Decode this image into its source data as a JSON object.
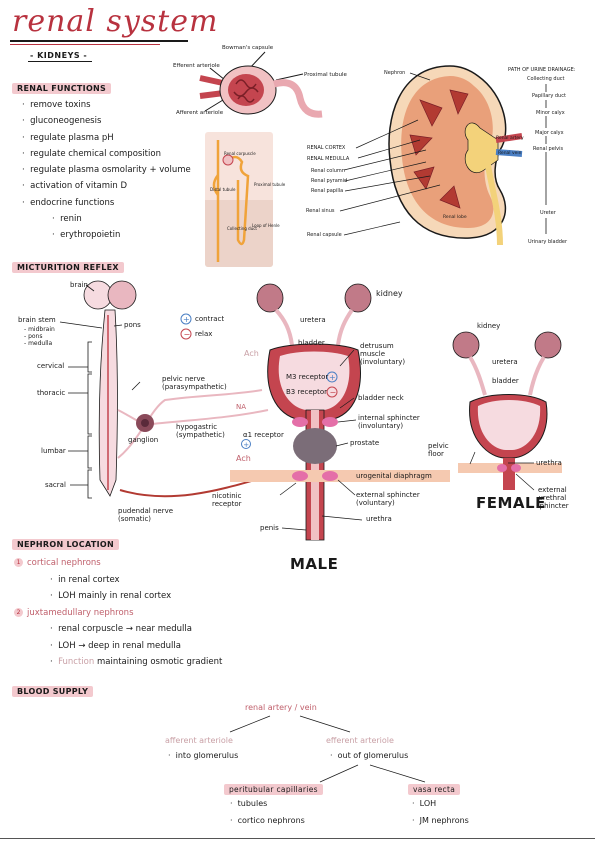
{
  "title": "renal system",
  "subtitle": "- KIDNEYS -",
  "renal_functions": {
    "header": "RENAL FUNCTIONS",
    "items": [
      "remove toxins",
      "gluconeogenesis",
      "regulate plasma pH",
      "regulate chemical composition",
      "regulate plasma osmolarity + volume",
      "activation of vitamin D",
      "endocrine functions"
    ],
    "sub_items": [
      "renin",
      "erythropoietin"
    ]
  },
  "glomerulus": {
    "bowmans": "Bowman's capsule",
    "efferent": "Efferent arteriole",
    "afferent": "Afferent arteriole",
    "proximal": "Proximal tubule"
  },
  "nephron_card": {
    "corpuscle": "Renal corpuscle",
    "distal": "Distal tubule",
    "proximal": "Proximal tubule",
    "collecting": "Collecting duct",
    "loop": "Loop of Henle"
  },
  "kidney": {
    "nephron": "Nephron",
    "cortex": "RENAL CORTEX",
    "medulla": "RENAL MEDULLA",
    "column": "Renal column",
    "pyramid": "Renal pyramid",
    "papilla": "Renal papilla",
    "sinus": "Renal sinus",
    "capsule": "Renal capsule",
    "artery": "Renal artery",
    "vein": "Renal vein",
    "lobe": "Renal lobe"
  },
  "urine_path": {
    "header": "PATH OF URINE DRAINAGE:",
    "steps": [
      "Collecting duct",
      "Papillary duct",
      "Minor calyx",
      "Major calyx",
      "Renal pelvis",
      "Ureter",
      "Urinary bladder"
    ]
  },
  "micturition": {
    "header": "MICTURITION REFLEX",
    "brain": "brain",
    "brainstem": "brain stem",
    "bs_parts": [
      "- midbrain",
      "- pons",
      "- medulla"
    ],
    "pons": "pons",
    "regions": [
      "cervical",
      "thoracic",
      "lumbar",
      "sacral"
    ],
    "contract": "contract",
    "relax": "relax",
    "pelvic": [
      "pelvic nerve",
      "(parasympathetic)"
    ],
    "hypogastric": [
      "hypogastric",
      "(sympathetic)"
    ],
    "ganglion": "ganglion",
    "pudendal": [
      "pudendal nerve",
      "(somatic)"
    ],
    "nicotinic": [
      "nicotinic",
      "receptor"
    ],
    "ach1": "Ach",
    "ach2": "Ach",
    "na": "NA",
    "m3": "M3 receptor",
    "b3": "B3 receptor",
    "alpha1": "α1 receptor",
    "kidney": "kidney",
    "ureters": "uretera",
    "bladder": "bladder",
    "detrusor": [
      "detrusum",
      "muscle",
      "(involuntary)"
    ],
    "neck": "bladder neck",
    "internal": [
      "internal sphincter",
      "(involuntary)"
    ],
    "prostate": "prostate",
    "urogenital": "urogenital diaphragm",
    "external": [
      "external sphincter",
      "(voluntary)"
    ],
    "urethra": "urethra",
    "penis": "penis",
    "male": "MALE",
    "f_kidney": "kidney",
    "f_ureters": "uretera",
    "f_bladder": "bladder",
    "f_pelvic": [
      "pelvic",
      "floor"
    ],
    "f_urethra": "urethra",
    "f_external": [
      "external",
      "urethral",
      "sphincter"
    ],
    "female": "FEMALE"
  },
  "nephron_location": {
    "header": "NEPHRON LOCATION",
    "cortical": "cortical nephrons",
    "cortical_items": [
      "in renal cortex",
      "LOH mainly in renal cortex"
    ],
    "juxta": "juxtamedullary nephrons",
    "juxta_items": [
      "renal corpuscle → near medulla",
      "LOH → deep in renal medulla"
    ],
    "function_label": "Function",
    "function_text": "maintaining osmotic gradient"
  },
  "blood_supply": {
    "header": "BLOOD SUPPLY",
    "root": "renal artery / vein",
    "afferent": "afferent arteriole",
    "afferent_item": "into glomerulus",
    "efferent": "efferent arteriole",
    "efferent_item": "out of glomerulus",
    "peritubular": "peritubular capillaries",
    "peritubular_items": [
      "tubules",
      "cortico nephrons"
    ],
    "vasa": "vasa recta",
    "vasa_items": [
      "LOH",
      "JM nephrons"
    ]
  }
}
